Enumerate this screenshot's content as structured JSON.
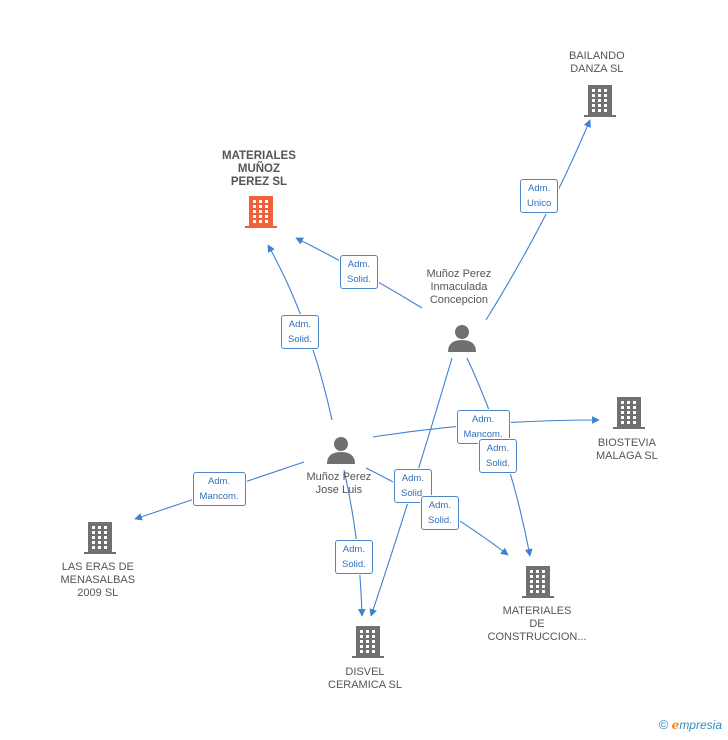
{
  "nodes": {
    "materiales_munoz": {
      "type": "company",
      "highlight": true,
      "lines": [
        "MATERIALES",
        "MUÑOZ",
        "PEREZ SL"
      ]
    },
    "bailando": {
      "type": "company",
      "lines": [
        "BAILANDO",
        "DANZA SL"
      ]
    },
    "biostevia": {
      "type": "company",
      "lines": [
        "BIOSTEVIA",
        "MALAGA  SL"
      ]
    },
    "las_eras": {
      "type": "company",
      "lines": [
        "LAS ERAS DE",
        "MENASALBAS",
        "2009 SL"
      ]
    },
    "disvel": {
      "type": "company",
      "lines": [
        "DISVEL",
        "CERAMICA SL"
      ]
    },
    "materiales_construccion": {
      "type": "company",
      "lines": [
        "MATERIALES",
        "DE",
        "CONSTRUCCION..."
      ]
    },
    "inmaculada": {
      "type": "person",
      "lines": [
        "Muñoz Perez",
        "Inmaculada",
        "Concepcion"
      ]
    },
    "jose_luis": {
      "type": "person",
      "lines": [
        "Muñoz Perez",
        "Jose Luis"
      ]
    }
  },
  "edges": [
    {
      "id": "e1",
      "from": "inmaculada",
      "to": "materiales_munoz",
      "lines": [
        "Adm.",
        "Solid."
      ]
    },
    {
      "id": "e2",
      "from": "inmaculada",
      "to": "bailando",
      "lines": [
        "Adm.",
        "Unico"
      ]
    },
    {
      "id": "e3",
      "from": "jose_luis",
      "to": "materiales_munoz",
      "lines": [
        "Adm.",
        "Solid."
      ]
    },
    {
      "id": "e4",
      "from": "jose_luis",
      "to": "biostevia",
      "lines": [
        "Adm.",
        "Mancom."
      ]
    },
    {
      "id": "e5",
      "from": "inmaculada",
      "to": "materiales_construccion",
      "lines": [
        "Adm.",
        "Solid."
      ]
    },
    {
      "id": "e6",
      "from": "jose_luis",
      "to": "las_eras",
      "lines": [
        "Adm.",
        "Mancom."
      ]
    },
    {
      "id": "e7",
      "from": "inmaculada",
      "to": "disvel",
      "lines": [
        "Adm.",
        "Solid."
      ]
    },
    {
      "id": "e8",
      "from": "jose_luis",
      "to": "materiales_construccion",
      "lines": [
        "Adm.",
        "Solid."
      ]
    },
    {
      "id": "e9",
      "from": "jose_luis",
      "to": "disvel",
      "lines": [
        "Adm.",
        "Solid."
      ]
    }
  ],
  "colors": {
    "edge": "#3c82d2",
    "company": "#707070",
    "company_highlight": "#f0603a",
    "person": "#707070"
  },
  "brand": {
    "copyright": "©",
    "e": "e",
    "rest": "mpresia"
  }
}
